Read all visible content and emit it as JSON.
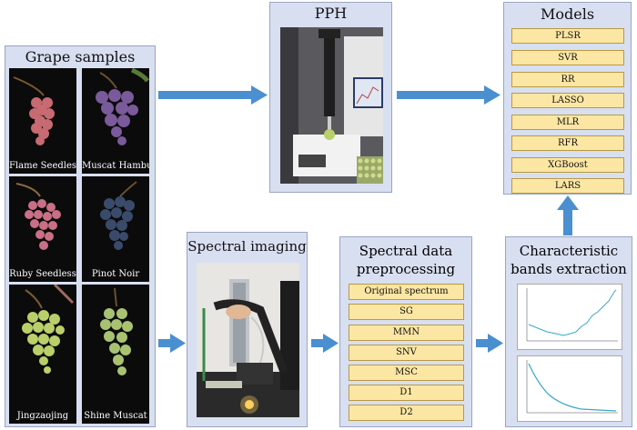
{
  "grape_samples": {
    "title": "Grape samples",
    "varieties": [
      {
        "label": "Flame Seedless",
        "color": "#c86a72"
      },
      {
        "label": "Muscat Hamburg",
        "color": "#7a5a9a"
      },
      {
        "label": "Ruby Seedless",
        "color": "#c96f86"
      },
      {
        "label": "Pinot Noir",
        "color": "#3a4a6a"
      },
      {
        "label": "Jingzaojing",
        "color": "#b9cf6a"
      },
      {
        "label": "Shine Muscat",
        "color": "#a9c272"
      }
    ]
  },
  "pph": {
    "title": "PPH"
  },
  "models": {
    "title": "Models",
    "items": [
      "PLSR",
      "SVR",
      "RR",
      "LASSO",
      "MLR",
      "RFR",
      "XGBoost",
      "LARS"
    ]
  },
  "spectral_imaging": {
    "title": "Spectral imaging"
  },
  "preprocessing": {
    "title_line1": "Spectral data",
    "title_line2": "preprocessing",
    "items": [
      "Original spectrum",
      "SG",
      "MMN",
      "SNV",
      "MSC",
      "D1",
      "D2"
    ]
  },
  "bands": {
    "title_line1": "Characteristic",
    "title_line2": "bands extraction"
  },
  "colors": {
    "panel_bg": "#d8dff1",
    "item_bg": "#fce6a3",
    "arrow": "#4a8fd0"
  }
}
